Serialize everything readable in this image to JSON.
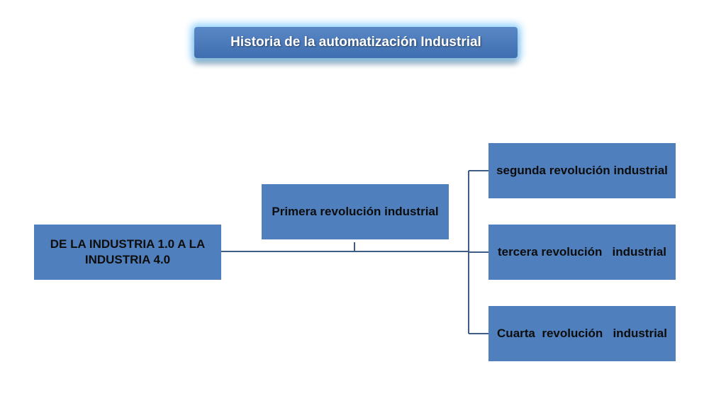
{
  "title": "Historia de la automatización Industrial",
  "diagram": {
    "root": "DE LA INDUSTRIA 1.0 A LA INDUSTRIA 4.0",
    "child_primera": "Primera revolución industrial",
    "child_segunda": "segunda revolución industrial",
    "child_tercera": "tercera revolución   industrial",
    "child_cuarta": "Cuarta  revolución   industrial"
  },
  "colors": {
    "node_fill": "#4f7fbd",
    "connector": "#3d5d86",
    "title_glow": "#78c8ff"
  }
}
